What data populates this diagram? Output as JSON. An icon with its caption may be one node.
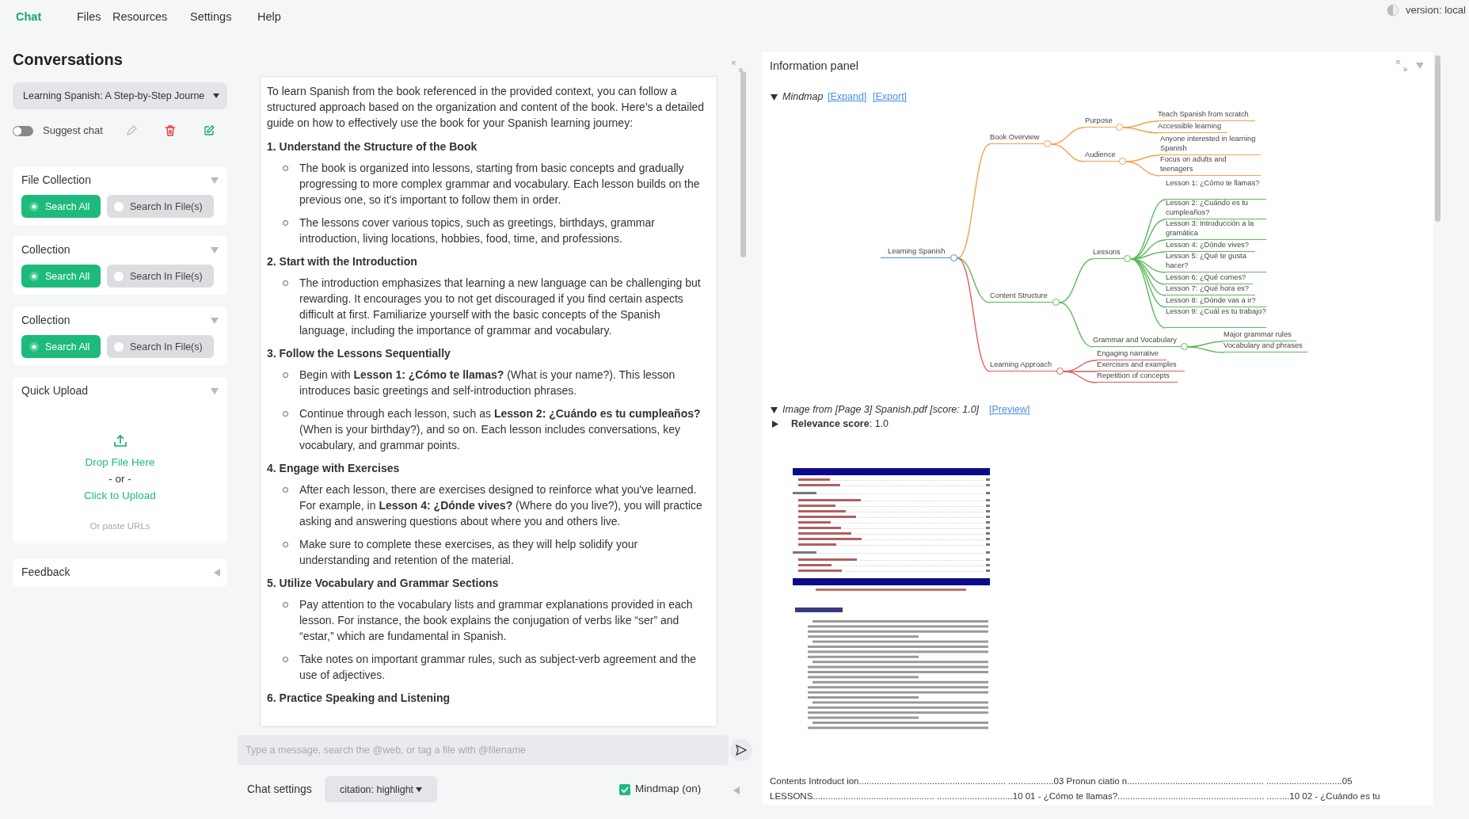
{
  "diagram": {
    "nodes": [
      {
        "text": [
          "Learning Spanish"
        ]
      },
      {
        "text": [
          "Book Overview"
        ]
      },
      {
        "text": [
          "Purpose"
        ]
      },
      {
        "text": [
          "Teach Spanish from scratch"
        ]
      },
      {
        "text": [
          "Accessible learning"
        ]
      },
      {
        "text": [
          "Audience"
        ]
      },
      {
        "text": [
          "Anyone interested in learning Spanish"
        ]
      },
      {
        "text": [
          "Focus on adults and teenagers"
        ]
      },
      {
        "text": [
          "Content Structure"
        ]
      },
      {
        "text": [
          "Lessons"
        ]
      },
      {
        "text": [
          "Lesson 1: ¿Cómo te llamas?"
        ]
      },
      {
        "text": [
          "Lesson 2: ¿Cuándo es tu cumpleaños?"
        ]
      },
      {
        "text": [
          "Lesson 3: Introducción a la gramática"
        ]
      },
      {
        "text": [
          "Lesson 4: ¿Dónde vives?"
        ]
      },
      {
        "text": [
          "Lesson 5: ¿Qué te gusta hacer?"
        ]
      },
      {
        "text": [
          "Lesson 6: ¿Qué comes?"
        ]
      },
      {
        "text": [
          "Lesson 7: ¿Qué hora es?"
        ]
      },
      {
        "text": [
          "Lesson 8: ¿Dónde vas a ir?"
        ]
      },
      {
        "text": [
          "Lesson 9: ¿Cuál es tu trabajo?"
        ]
      },
      {
        "text": [
          "Grammar and Vocabulary"
        ]
      },
      {
        "text": [
          "Major grammar rules"
        ]
      },
      {
        "text": [
          "Vocabulary and phrases"
        ]
      },
      {
        "text": [
          "Learning Approach"
        ]
      },
      {
        "text": [
          "Engaging narrative"
        ]
      },
      {
        "text": [
          "Exercises and examples"
        ]
      },
      {
        "text": [
          "Repetition of concepts"
        ]
      }
    ],
    "edges": [
      {
        "from": 0,
        "to": 1,
        "arrow": "none",
        "color": "#f6a04d"
      },
      {
        "from": 1,
        "to": 2,
        "arrow": "none",
        "color": "#f6a04d"
      },
      {
        "from": 2,
        "to": 3,
        "arrow": "none",
        "color": "#f6a04d"
      },
      {
        "from": 2,
        "to": 4,
        "arrow": "none",
        "color": "#f6a04d"
      },
      {
        "from": 1,
        "to": 5,
        "arrow": "none",
        "color": "#f6a04d"
      },
      {
        "from": 5,
        "to": 6,
        "arrow": "none",
        "color": "#f6a04d"
      },
      {
        "from": 5,
        "to": 7,
        "arrow": "none",
        "color": "#f6a04d"
      },
      {
        "from": 0,
        "to": 8,
        "arrow": "none"
      },
      {
        "from": 8,
        "to": 9,
        "arrow": "none"
      },
      {
        "from": 9,
        "to": 10,
        "arrow": "none"
      },
      {
        "from": 9,
        "to": 11,
        "arrow": "none"
      },
      {
        "from": 9,
        "to": 12,
        "arrow": "none"
      },
      {
        "from": 9,
        "to": 13,
        "arrow": "none"
      },
      {
        "from": 9,
        "to": 14,
        "arrow": "none"
      },
      {
        "from": 9,
        "to": 15,
        "arrow": "none"
      },
      {
        "from": 9,
        "to": 16,
        "arrow": "none"
      },
      {
        "from": 9,
        "to": 17,
        "arrow": "none"
      },
      {
        "from": 9,
        "to": 18,
        "arrow": "none"
      },
      {
        "from": 8,
        "to": 19,
        "arrow": "none"
      },
      {
        "from": 19,
        "to": 20,
        "arrow": "none"
      },
      {
        "from": 19,
        "to": 21,
        "arrow": "none"
      },
      {
        "from": 0,
        "to": 22,
        "arrow": "none",
        "color": "#e25a5a"
      },
      {
        "from": 22,
        "to": 23,
        "arrow": "none",
        "color": "#e25a5a"
      },
      {
        "from": 22,
        "to": 24,
        "arrow": "none",
        "color": "#e25a5a"
      },
      {
        "from": 22,
        "to": 25,
        "arrow": "none",
        "color": "#e25a5a"
      }
    ],
    "labels": [
      "Chat",
      "Files",
      "Resources",
      "Settings",
      "Help",
      "version: local",
      "Conversations",
      "Learning Spanish: A Step-by-Step Journe",
      "Suggest chat",
      "File Collection",
      "Search All",
      "Search In File(s)",
      "Collection",
      "Search All",
      "Search In File(s)",
      "Collection",
      "Search All",
      "Search In File(s)",
      "Quick Upload",
      "Drop File Here",
      "- or -",
      "Click to Upload",
      "Or paste URLs",
      "Feedback",
      "To learn Spanish from the book referenced in the provided context, you can follow a structured approach based on the organization and content of the book. Here's a detailed guide on how to effectively use the book for your Spanish learning journey:",
      "1. Understand the Structure of the Book",
      "The book is organized into lessons, starting from basic concepts and gradually progressing to more complex grammar and vocabulary. Each lesson builds on the previous one, so it's important to follow them in order.",
      "The lessons cover various topics, such as greetings, birthdays, grammar introduction, living locations, hobbies, food, time, and professions.",
      "2. Start with the Introduction",
      "The introduction emphasizes that learning a new language can be challenging but rewarding. It encourages you to not get discouraged if you find certain aspects difficult at first. Familiarize yourself with the basic concepts of the Spanish language, including the importance of grammar and vocabulary.",
      "3. Follow the Lessons Sequentially",
      "Begin with **Lesson 1: ¿Cómo te llamas?** (What is your name?). This lesson introduces basic greetings and self-introduction phrases.",
      "Continue through each lesson, such as **Lesson 2: ¿Cuándo es tu cumpleaños?** (When is your birthday?), and so on. Each lesson includes conversations, key vocabulary, and grammar points.",
      "4. Engage with Exercises",
      "After each lesson, there are exercises designed to reinforce what you've learned. For example, in **Lesson 4: ¿Dónde vives?** (Where do you live?), you will practice asking and answering questions about where you and others live.",
      "Make sure to complete these exercises, as they will help solidify your understanding and retention of the material.",
      "5. Utilize Vocabulary and Grammar Sections",
      "Pay attention to the vocabulary lists and grammar explanations provided in each lesson. For instance, the book explains the conjugation of verbs like “ser” and “estar,” which are fundamental in Spanish.",
      "Take notes on important grammar rules, such as subject-verb agreement and the use of adjectives.",
      "6. Practice Speaking and Listening",
      "Type a message, search the @web, or tag a file with @filename",
      "Chat settings",
      "citation: highlight",
      "Mindmap (on)",
      "Information panel",
      "Mindmap",
      "[Expand]",
      "[Export]",
      "Image from [Page 3] Spanish.pdf [score: 1.0]",
      "[Preview]",
      "**Relevance score**: 1.0",
      "Contents Introduct ion.......................................................... ..................03 Pronun ciatio n...................................................... ..............................05",
      "LESSONS................................................ ..............................10 01 - ¿Cómo te llamas?.......................................................... .........10 02 - ¿Cuándo es tu"
    ]
  }
}
